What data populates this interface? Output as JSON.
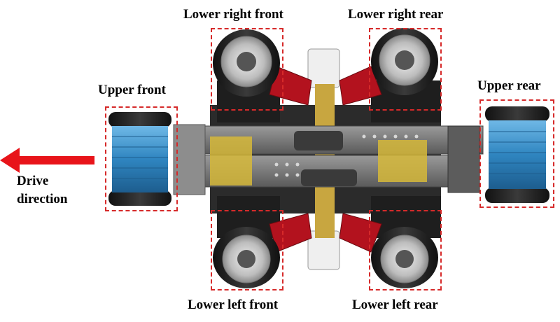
{
  "labels": {
    "lower_right_front": "Lower right front",
    "lower_right_rear": "Lower right rear",
    "upper_front": "Upper front",
    "upper_rear": "Upper rear",
    "lower_left_front": "Lower left front",
    "lower_left_rear": "Lower left rear",
    "drive_direction": "Drive\ndirection"
  },
  "colors": {
    "frame_dash": "#d62a2a",
    "arrow": "#e8141a",
    "roller_blue": "#3a8fc4",
    "tire_dark": "#2a2a2a",
    "hub_grey": "#c9c9c9",
    "arm_red": "#b3121e",
    "chassis_grey": "#6e6e6e",
    "plate_yellow": "#d6b83a"
  },
  "icons": {
    "arrow": "drive-direction-arrow"
  }
}
